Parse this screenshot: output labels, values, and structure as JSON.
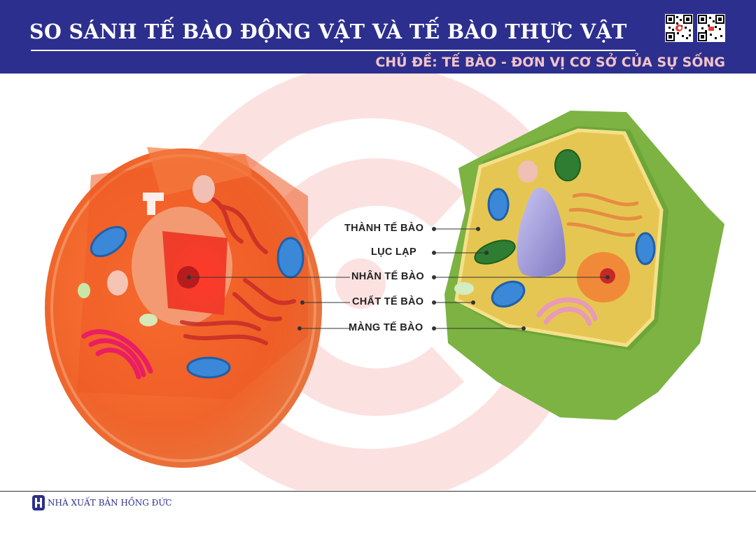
{
  "header": {
    "title": "SO SÁNH TẾ BÀO ĐỘNG VẬT VÀ TẾ BÀO THỰC VẬT",
    "subtitle": "CHỦ ĐỀ: TẾ BÀO - ĐƠN VỊ CƠ SỞ CỦA SỰ SỐNG"
  },
  "labels": [
    "THÀNH TẾ BÀO",
    "LỤC LẠP",
    "NHÂN TẾ BÀO",
    "CHẤT TẾ BÀO",
    "MÀNG TẾ BÀO"
  ],
  "footer": {
    "publisher": "NHÀ XUẤT BẢN HỒNG ĐỨC"
  },
  "colors": {
    "header_bg": "#2c2f8e",
    "subtitle": "#f4c3c8",
    "animal_cell": "#f0642a",
    "plant_cell": "#7cb342",
    "watermark": "#e53935"
  },
  "icons": [
    "qr-code-icon",
    "publisher-logo-icon"
  ]
}
